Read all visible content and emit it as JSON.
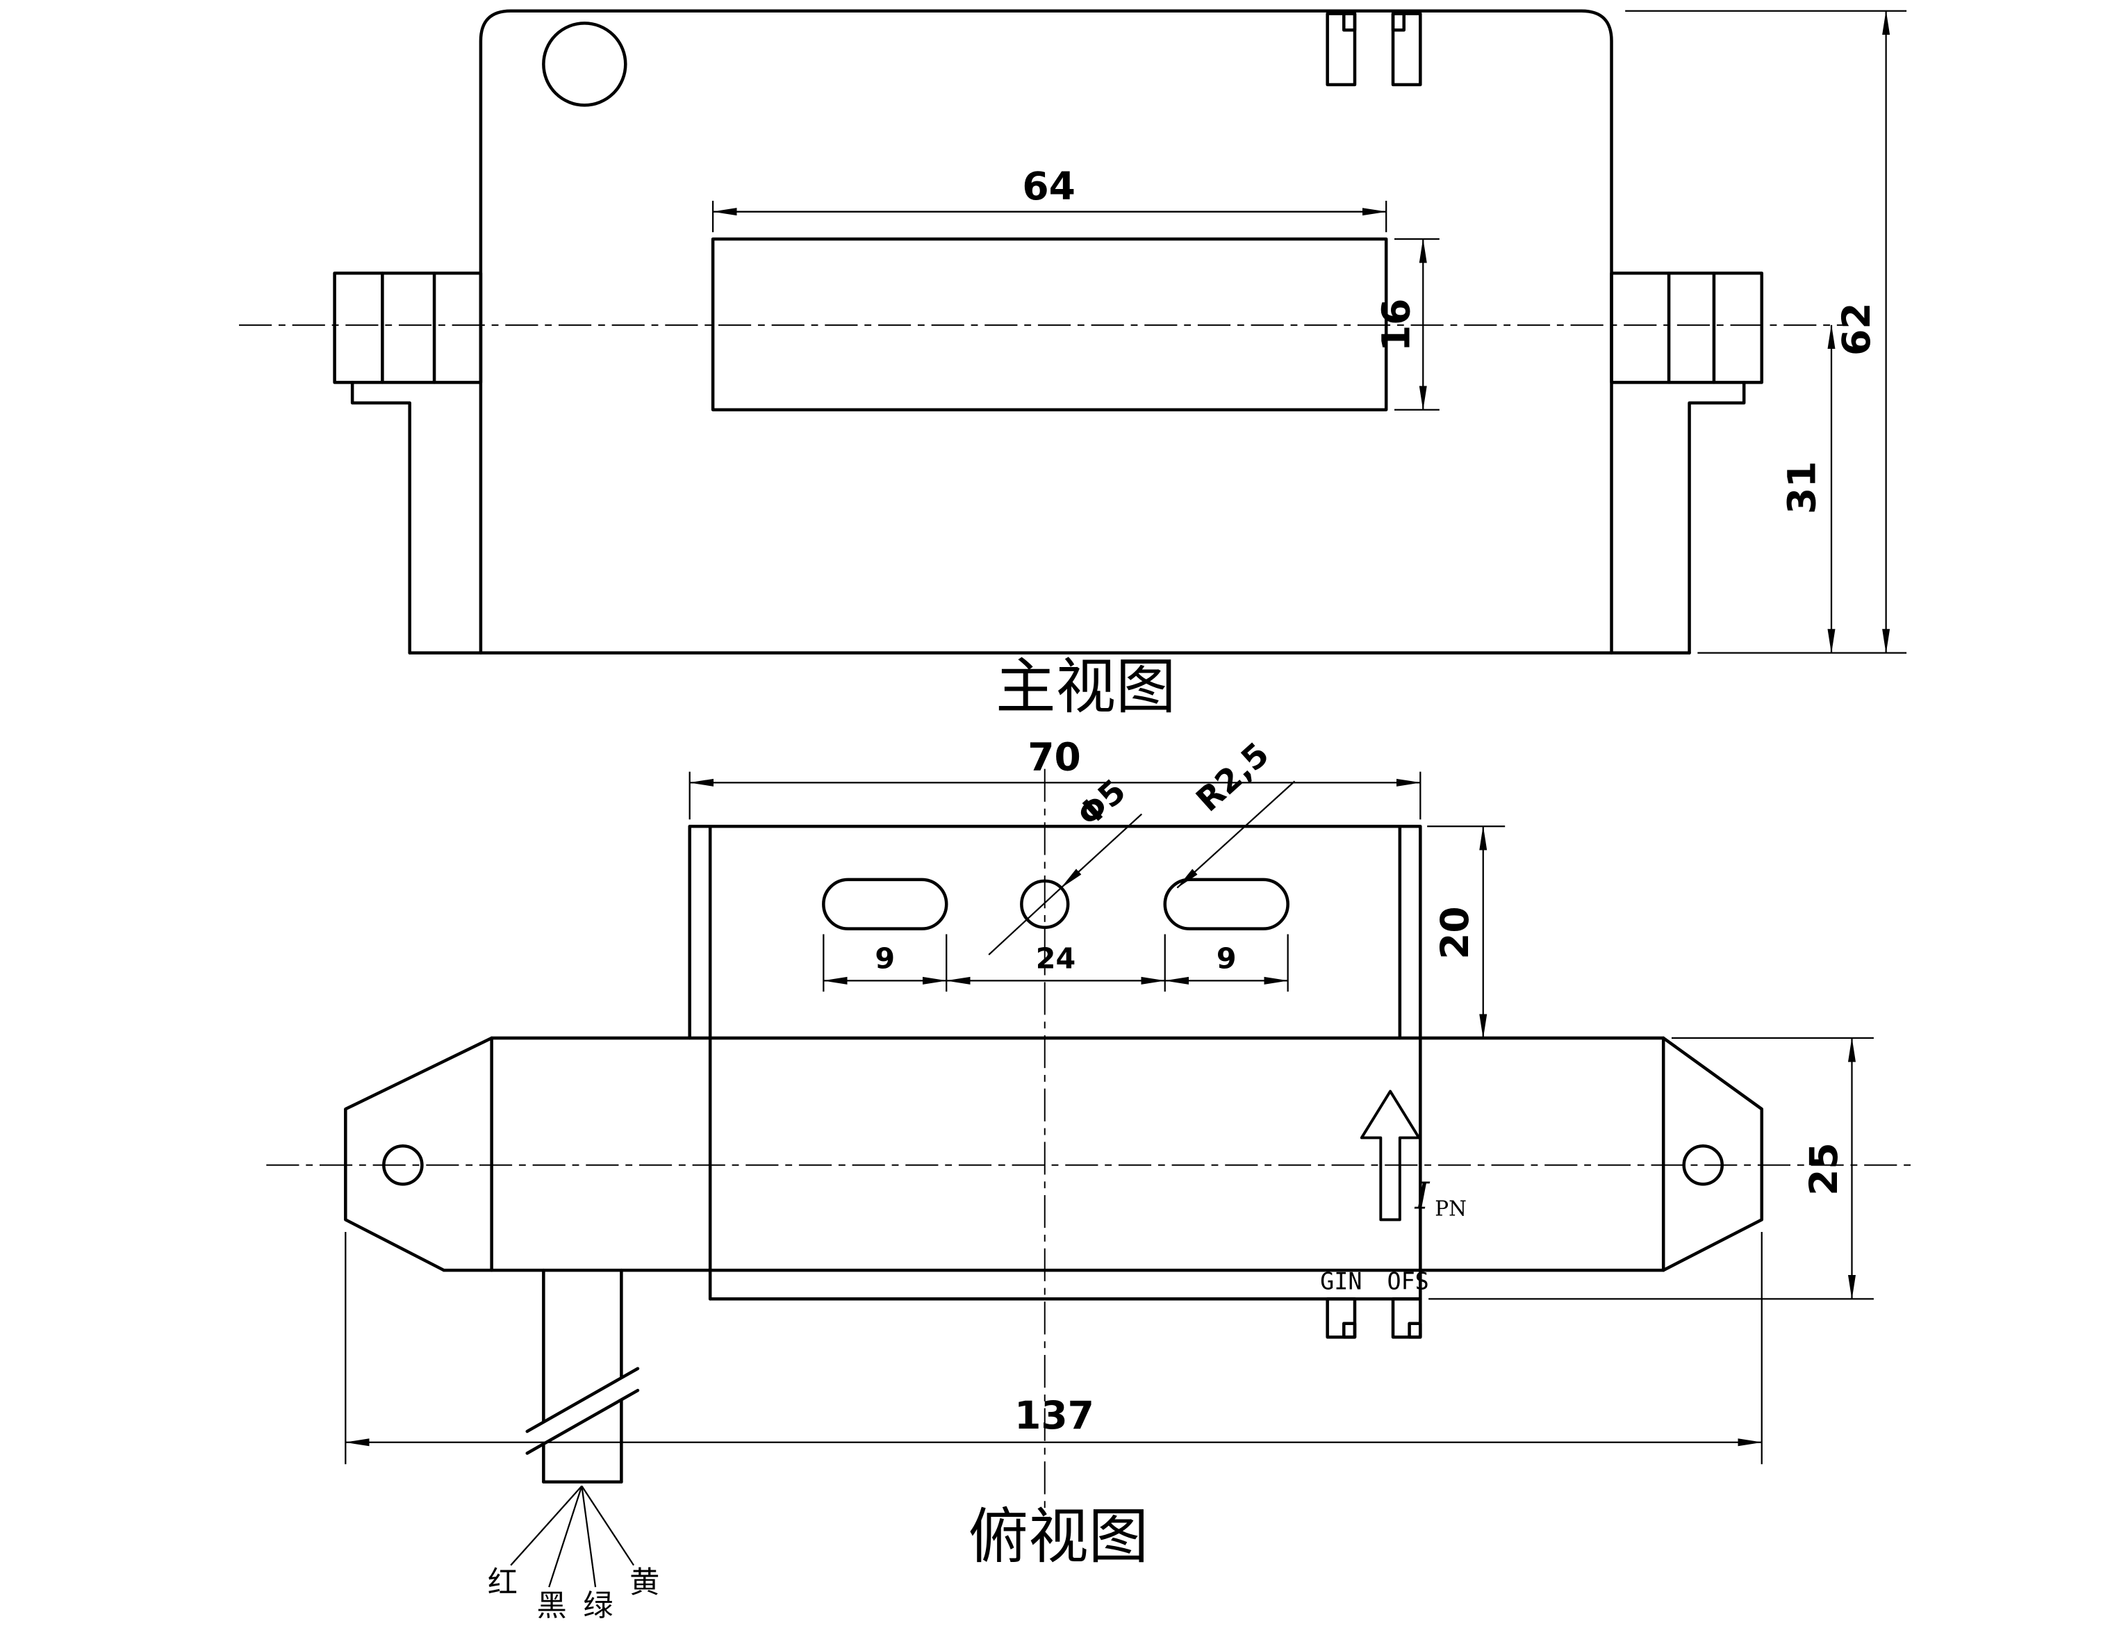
{
  "drawing": {
    "front_view": {
      "title": "主视图",
      "dim_slot_width": "64",
      "dim_slot_height": "16",
      "dim_total_height": "62",
      "dim_half_height": "31"
    },
    "top_view": {
      "title": "俯视图",
      "dim_bracket_width": "70",
      "dim_hole_dia": "Φ5",
      "dim_corner_radius": "R2,5",
      "dim_slot_len_left": "9",
      "dim_hole_spacing": "24",
      "dim_slot_len_right": "9",
      "dim_bracket_depth": "20",
      "dim_body_depth": "25",
      "dim_total_length": "137",
      "label_current_symbol": "I",
      "label_current_sub": "PN",
      "label_pin_gin": "GIN",
      "label_pin_ofs": "OFS",
      "wire_labels": [
        "红",
        "黑",
        "绿",
        "黄"
      ]
    }
  }
}
